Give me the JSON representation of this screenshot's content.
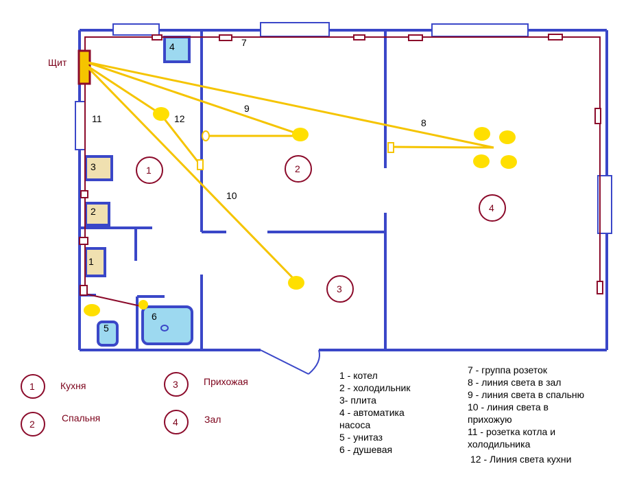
{
  "panel_label": "Щит",
  "rooms": [
    {
      "num": "1",
      "name": "Кухня"
    },
    {
      "num": "2",
      "name": "Спальня"
    },
    {
      "num": "3",
      "name": "Прихожая"
    },
    {
      "num": "4",
      "name": "Зал"
    }
  ],
  "line_numbers": {
    "n7": "7",
    "n8": "8",
    "n9": "9",
    "n10": "10",
    "n11": "11",
    "n12": "12"
  },
  "fixture_numbers": {
    "f1": "1",
    "f2": "2",
    "f3": "3",
    "f4": "4",
    "f5": "5",
    "f6": "6"
  },
  "legend_fixtures": [
    "1 - котел",
    "2 - холодильник",
    "3- плита",
    "4 - автоматика",
    "насоса",
    "5 - унитаз",
    "6 - душевая"
  ],
  "legend_lines": [
    "7 - группа розеток",
    "8 - линия света в зал",
    "9 - линия света в спальню",
    "10 - линия света в",
    "прихожую",
    "11 - розетка котла и",
    "холодильника",
    "12 - Линия света кухни"
  ],
  "colors": {
    "walls": "#3a47c8",
    "wiring": "#8b0a2a",
    "lights": "#ffdf00",
    "light_lines": "#f5c400",
    "appliance": "#f0e0b0",
    "water": "#9dd9f0"
  }
}
